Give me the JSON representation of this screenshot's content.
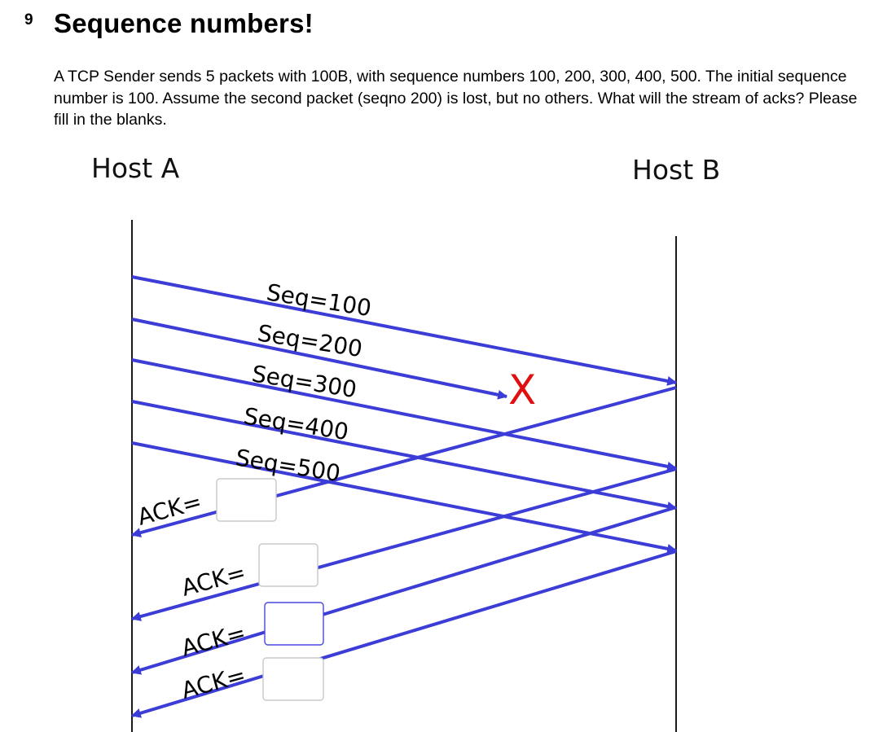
{
  "question": {
    "number": "9",
    "title": "Sequence numbers!",
    "body": "A TCP Sender sends 5 packets with 100B, with sequence numbers 100, 200, 300, 400, 500. The initial sequence number is 100. Assume the second packet (seqno 200) is lost, but no others. What will the stream of acks? Please fill in the blanks."
  },
  "diagram": {
    "host_a": "Host A",
    "host_b": "Host B",
    "packets": [
      {
        "label": "Seq=100",
        "lost": false
      },
      {
        "label": "Seq=200",
        "lost": true
      },
      {
        "label": "Seq=300",
        "lost": false
      },
      {
        "label": "Seq=400",
        "lost": false
      },
      {
        "label": "Seq=500",
        "lost": false
      }
    ],
    "loss_marker": "X",
    "acks": [
      {
        "label": "ACK=",
        "value": ""
      },
      {
        "label": "ACK=",
        "value": ""
      },
      {
        "label": "ACK=",
        "value": ""
      },
      {
        "label": "ACK=",
        "value": ""
      }
    ],
    "colors": {
      "arrow": "#3c3cd6",
      "loss_marker": "#e01010",
      "timeline": "#1a1a1a",
      "blank_border": "#c8c8c8"
    }
  }
}
